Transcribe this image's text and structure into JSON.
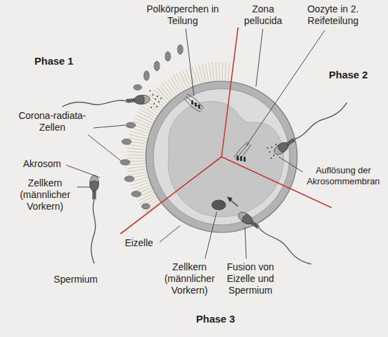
{
  "diagram": {
    "labels": [
      "Phase 1",
      "Polkörperchen in Teilung",
      "Zona pellucida",
      "Oozyte in 2. Reifeteilung",
      "Phase 2",
      "Corona-radiata-Zellen",
      "Akrosom",
      "Zellkern (männlicher Vorkern)",
      "Auflösung der Akrosommembran",
      "Spermium",
      "Eizelle",
      "Zellkern (männlicher Vorkern)",
      "Fusion von Eizelle und Spermium",
      "Phase 3"
    ]
  }
}
